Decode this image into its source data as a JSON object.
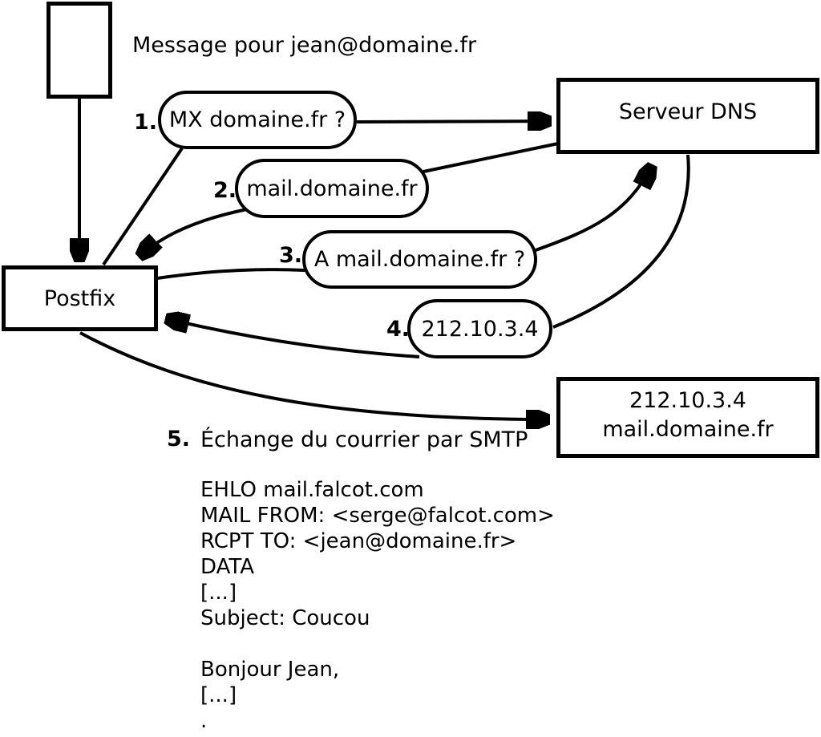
{
  "diagram": {
    "message_title": "Message pour jean@domaine.fr",
    "nodes": {
      "postfix": {
        "label": "Postfix"
      },
      "dns": {
        "label": "Serveur DNS"
      },
      "target": {
        "line1": "212.10.3.4",
        "line2": "mail.domaine.fr"
      }
    },
    "steps": [
      {
        "num": "1.",
        "label": "MX domaine.fr ?"
      },
      {
        "num": "2.",
        "label": "mail.domaine.fr"
      },
      {
        "num": "3.",
        "label": "A mail.domaine.fr ?"
      },
      {
        "num": "4.",
        "label": "212.10.3.4"
      },
      {
        "num": "5.",
        "label": "Échange du courrier par SMTP"
      }
    ],
    "smtp": {
      "lines": [
        "EHLO mail.falcot.com",
        "MAIL FROM: <serge@falcot.com>",
        "RCPT TO: <jean@domaine.fr>",
        "DATA",
        "[...]",
        "Subject: Coucou",
        "",
        "Bonjour Jean,",
        "[...]",
        "."
      ]
    },
    "colors": {
      "ink": "#000000",
      "background": "#ffffff"
    }
  }
}
